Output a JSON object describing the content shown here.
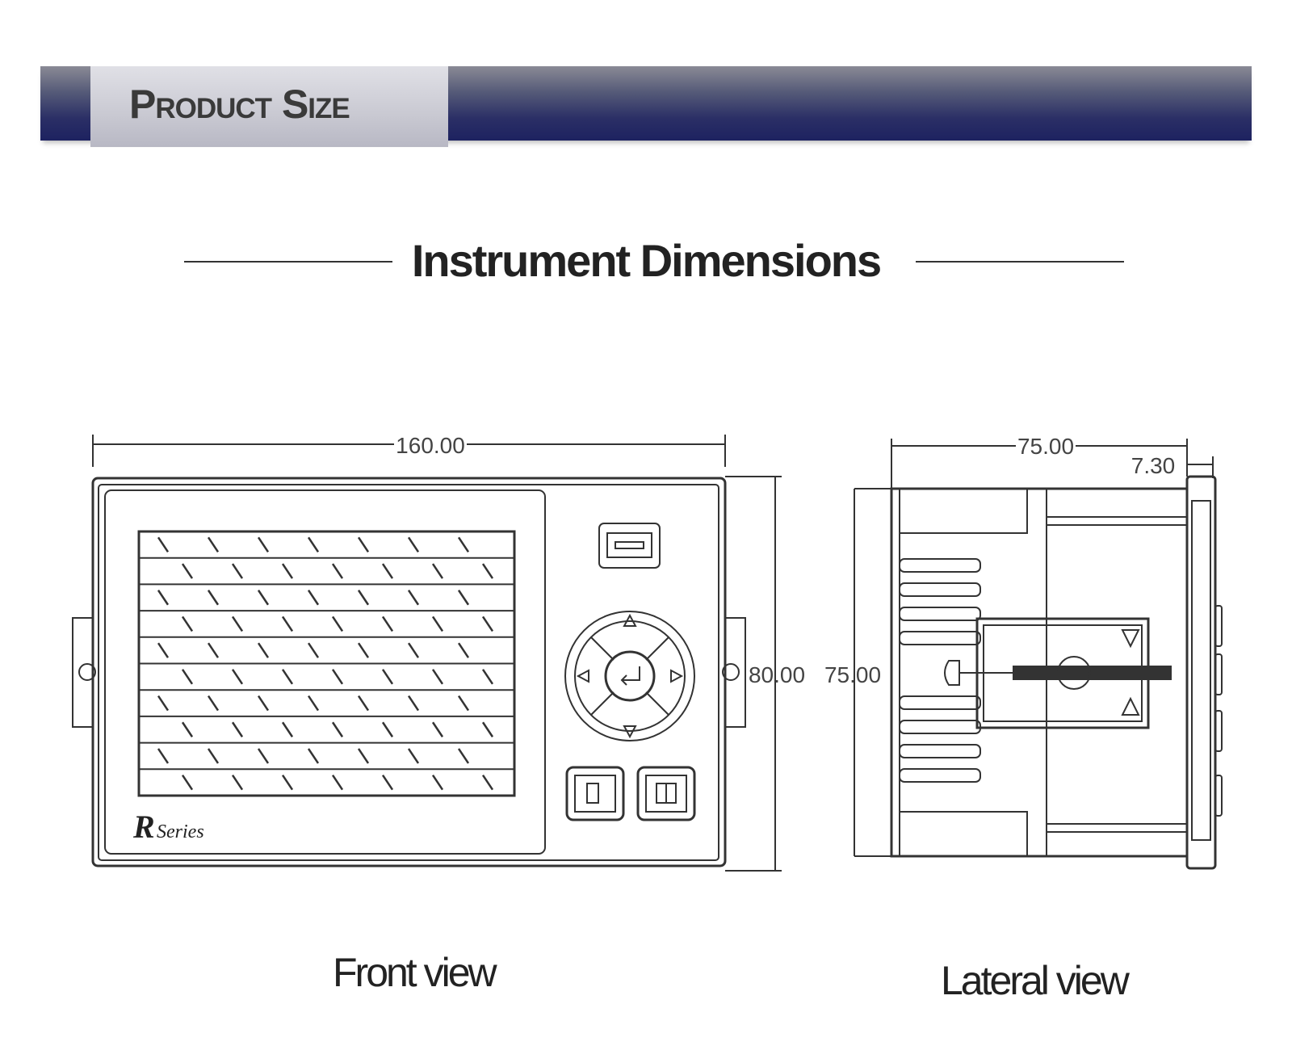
{
  "banner": {
    "title": "Product Size"
  },
  "heading": {
    "title": "Instrument Dimensions"
  },
  "front_view": {
    "caption": "Front view",
    "width_label": "160.00",
    "height_label": "80.00",
    "brand_mark": "Series",
    "brand_letter": "R"
  },
  "lateral_view": {
    "caption": "Lateral view",
    "depth_label": "75.00",
    "bezel_label": "7.30",
    "height_label": "75.00"
  }
}
